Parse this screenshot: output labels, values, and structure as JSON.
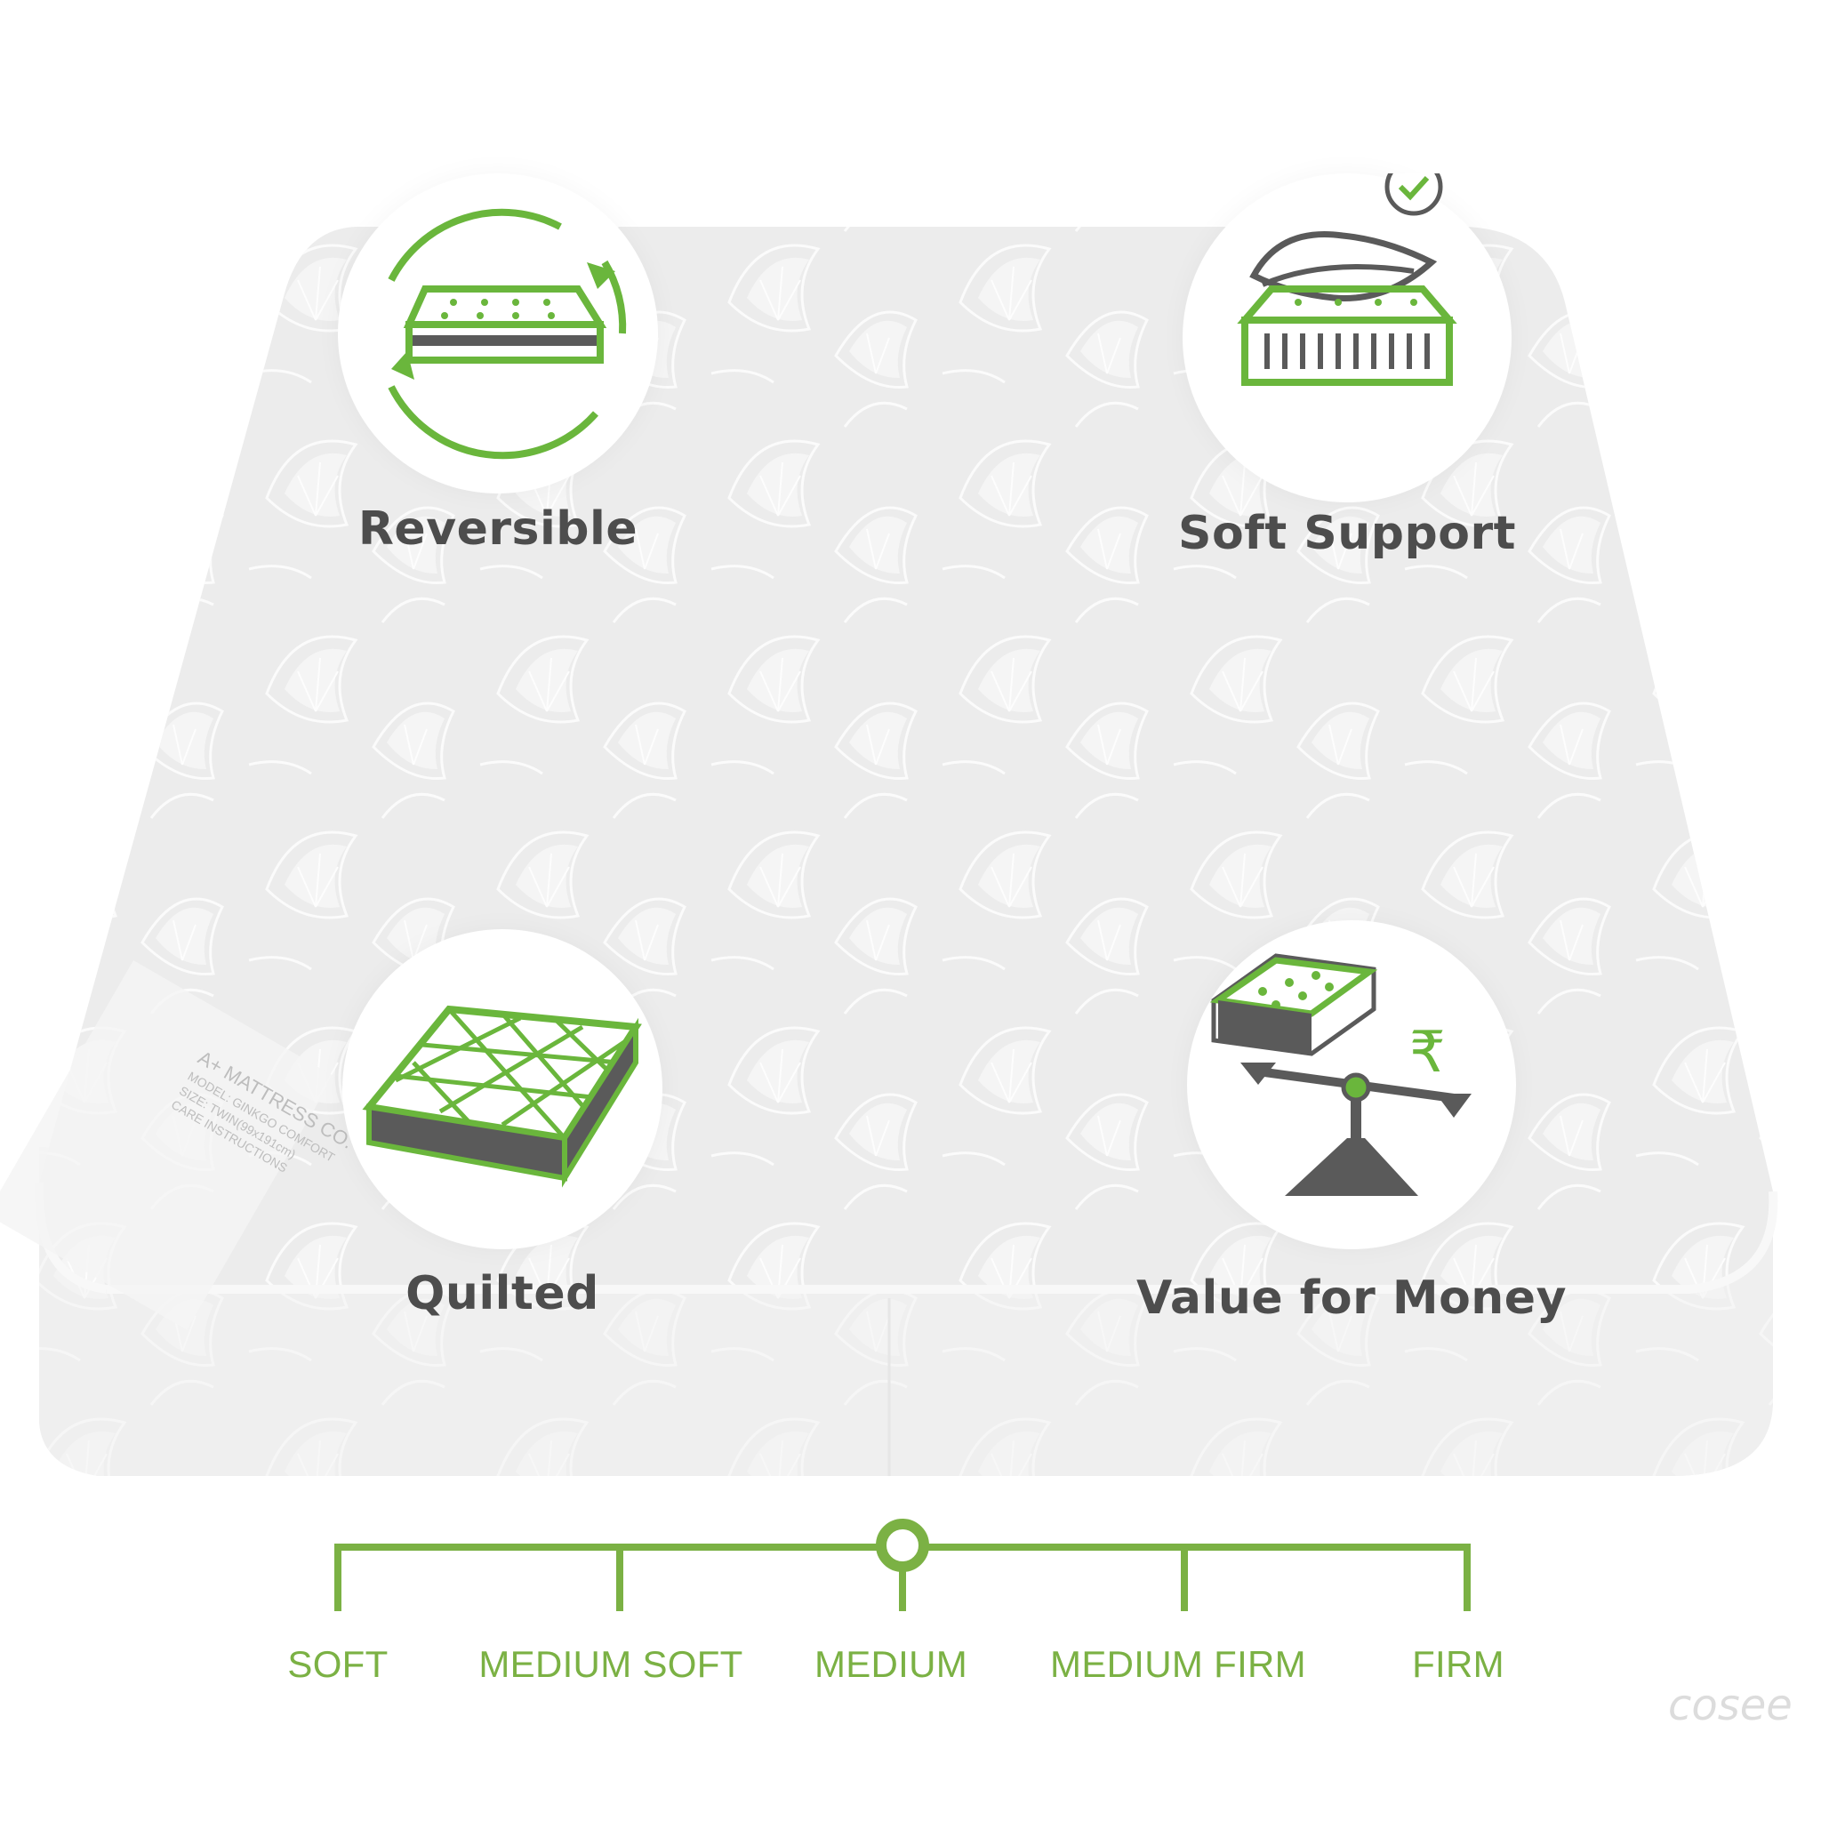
{
  "colors": {
    "accent_green": "#6ab63c",
    "scale_green": "#7bb144",
    "label_gray": "#4d4d4d",
    "icon_gray": "#5a5a5a",
    "mattress_base": "#ececec",
    "pattern_white": "#fafafa"
  },
  "features": [
    {
      "label": "Reversible",
      "icon": "reversible-mattress-icon"
    },
    {
      "label": "Soft Support",
      "icon": "feather-mattress-check-icon"
    },
    {
      "label": "Quilted",
      "icon": "quilted-mattress-icon"
    },
    {
      "label": "Value for Money",
      "icon": "balance-scale-rupee-icon"
    }
  ],
  "mattress_tag": {
    "brand": "A+ MATTRESS CO.",
    "model": "MODEL: GINKGO COMFORT",
    "size": "SIZE: TWIN(99x191cm)",
    "care": "CARE INSTRUCTIONS"
  },
  "firmness_scale": {
    "levels": [
      "SOFT",
      "MEDIUM SOFT",
      "MEDIUM",
      "MEDIUM FIRM",
      "FIRM"
    ],
    "selected_index": 2
  },
  "watermark": "cosee"
}
